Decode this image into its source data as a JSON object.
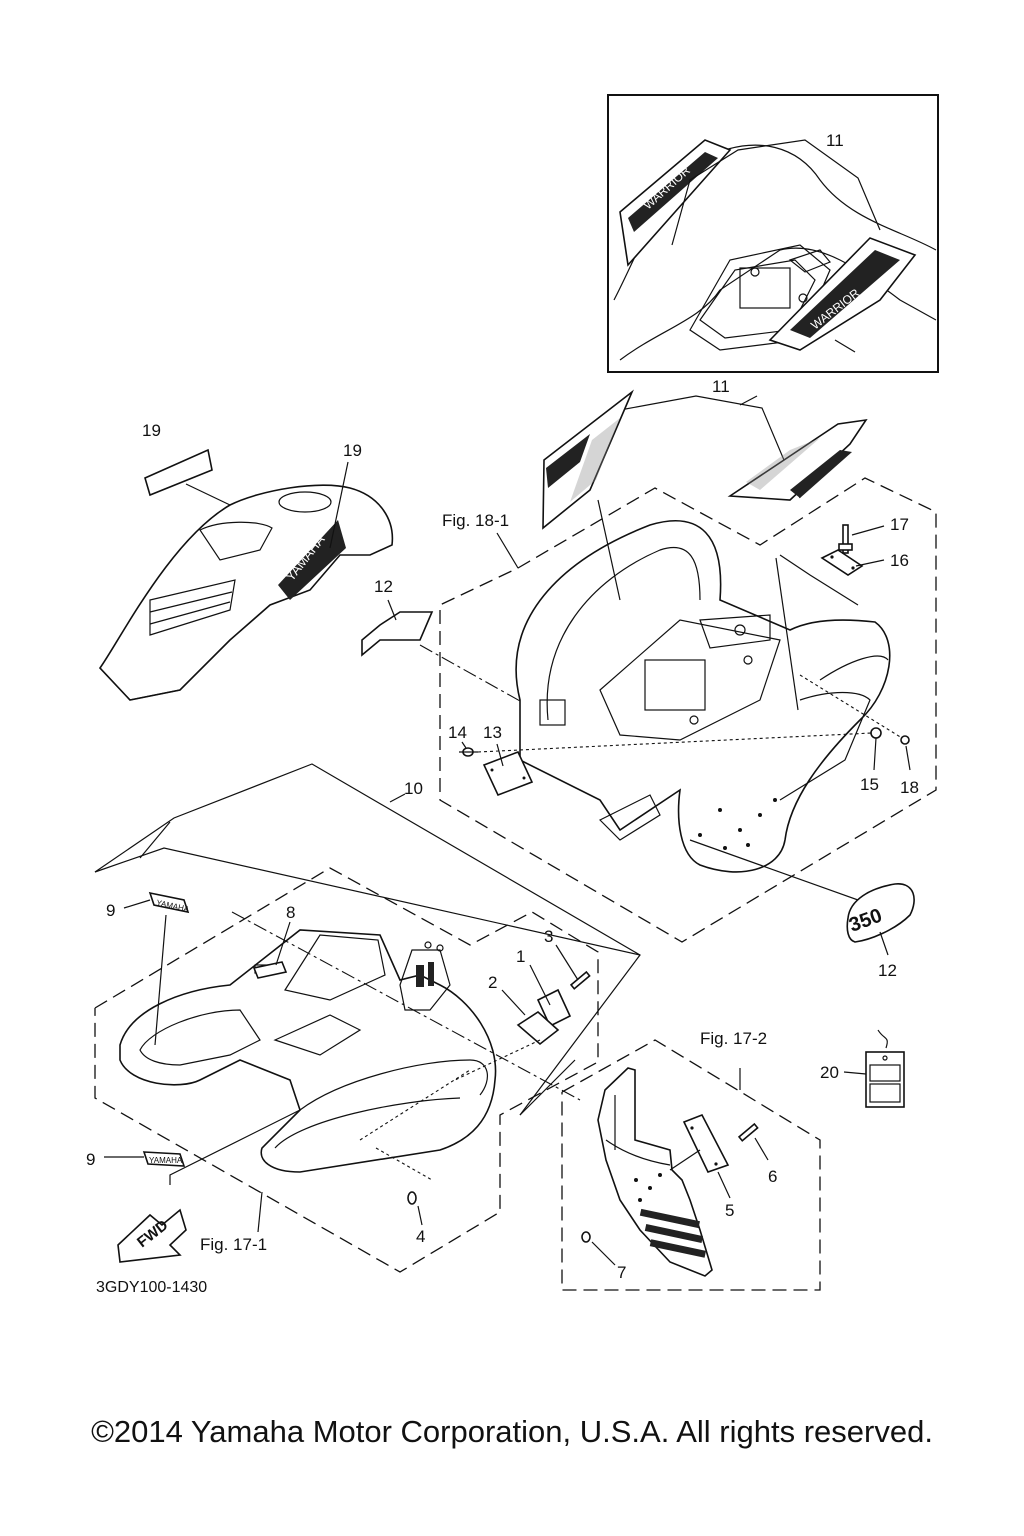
{
  "callouts": {
    "n1": "1",
    "n2": "2",
    "n3": "3",
    "n4": "4",
    "n5": "5",
    "n6": "6",
    "n7": "7",
    "n8": "8",
    "n9a": "9",
    "n9b": "9",
    "n10": "10",
    "n11_inset": "11",
    "n11": "11",
    "n12a": "12",
    "n12b": "12",
    "n13": "13",
    "n14": "14",
    "n15": "15",
    "n16": "16",
    "n17": "17",
    "n18": "18",
    "n19a": "19",
    "n19b": "19",
    "n20": "20"
  },
  "figures": {
    "fig_18_1": "Fig. 18-1",
    "fig_17_1": "Fig. 17-1",
    "fig_17_2": "Fig. 17-2"
  },
  "decals": {
    "yamaha_small": "YAMAHA",
    "yamaha_tank": "YAMAHA",
    "warrior": "WARRIOR",
    "model_350": "350",
    "fwd_arrow": "FWD"
  },
  "diagram_code": "3GDY100-1430",
  "footer": {
    "copyright": "©2014 Yamaha Motor Corporation, U.S.A. All rights reserved."
  }
}
